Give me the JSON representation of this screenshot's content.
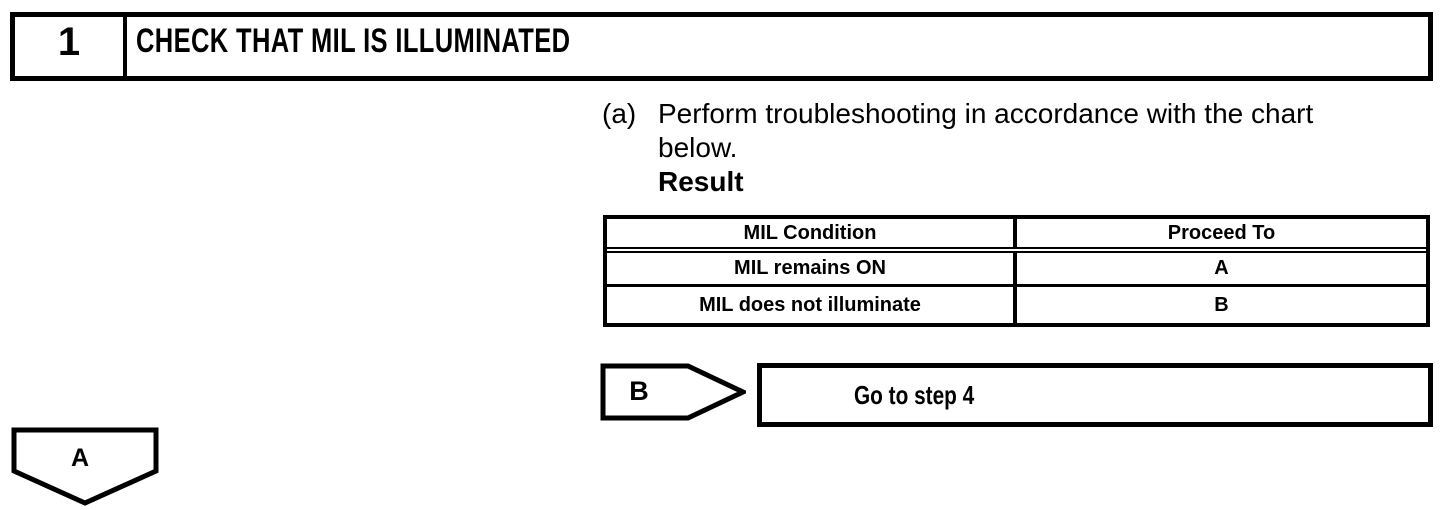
{
  "colors": {
    "ink": "#000000",
    "paper": "#ffffff"
  },
  "step": {
    "number": "1",
    "title": "CHECK THAT MIL IS ILLUMINATED"
  },
  "instruction": {
    "marker": "(a)",
    "line1": "Perform troubleshooting in accordance with the chart",
    "line2": "below.",
    "result_label": "Result"
  },
  "result_table": {
    "col1_header": "MIL Condition",
    "col2_header": "Proceed To",
    "rows": [
      {
        "condition": "MIL remains ON",
        "proceed_to": "A"
      },
      {
        "condition": "MIL does not illuminate",
        "proceed_to": "B"
      }
    ]
  },
  "branch": {
    "label": "B",
    "action": "Go to step 4"
  },
  "connector": {
    "label": "A"
  }
}
